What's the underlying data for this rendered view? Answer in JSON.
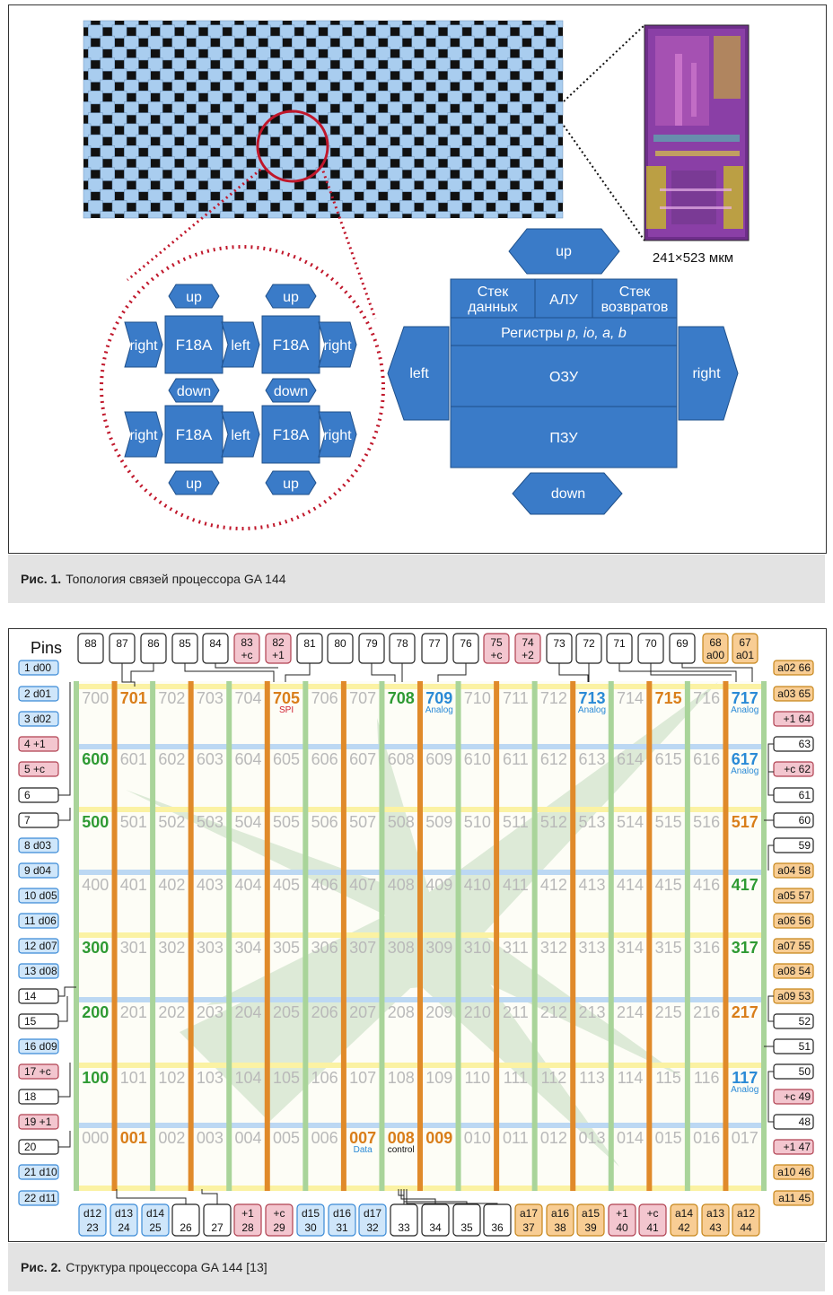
{
  "fig1": {
    "caption_label": "Рис. 1.",
    "caption_text": "Топология связей процессора GA 144",
    "die_size": "241×523 мкм",
    "cell_label": "F18A",
    "dir_up": "up",
    "dir_down": "down",
    "dir_left": "left",
    "dir_right": "right",
    "block": {
      "data_stack": [
        "Стек",
        "данных"
      ],
      "alu": "АЛУ",
      "return_stack": [
        "Стек",
        "возвратов"
      ],
      "registers_prefix": "Регистры ",
      "registers_vars": "p, io, a, b",
      "ram": "ОЗУ",
      "rom": "ПЗУ"
    },
    "colors": {
      "block": "#3a7bc8",
      "mesh": "#a9cdef",
      "circle": "#c0172b"
    }
  },
  "fig2": {
    "caption_label": "Рис. 2.",
    "caption_text": "Структура процессора GA 144 [13]",
    "pins_title": "Pins",
    "rows": [
      "7",
      "6",
      "5",
      "4",
      "3",
      "2",
      "1",
      "0"
    ],
    "highlight": {
      "700": "",
      "701": "orange",
      "705": "orange",
      "708": "green",
      "709": "blue",
      "713": "blue",
      "715": "orange",
      "717": "blue",
      "600": "green",
      "617": "blue",
      "500": "green",
      "517": "orange",
      "417": "green",
      "300": "green",
      "317": "green",
      "200": "green",
      "217": "orange",
      "100": "green",
      "117": "blue",
      "001": "orange",
      "007": "orange",
      "008": "orange",
      "009": "orange"
    },
    "sublabels": {
      "705": {
        "text": "SPI",
        "color": "red"
      },
      "709": {
        "text": "Analog",
        "color": "blue"
      },
      "713": {
        "text": "Analog",
        "color": "blue"
      },
      "717": {
        "text": "Analog",
        "color": "blue"
      },
      "617": {
        "text": "Analog",
        "color": "blue"
      },
      "117": {
        "text": "Analog",
        "color": "blue"
      },
      "007": {
        "text": "Data",
        "color": "blue"
      },
      "008": {
        "text": "control",
        "color": "black"
      }
    },
    "top_pins": [
      {
        "l1": "88",
        "c": "w"
      },
      {
        "l1": "87",
        "c": "w"
      },
      {
        "l1": "86",
        "c": "w"
      },
      {
        "l1": "85",
        "c": "w"
      },
      {
        "l1": "84",
        "c": "w"
      },
      {
        "l1": "83",
        "l2": "+c",
        "c": "p"
      },
      {
        "l1": "82",
        "l2": "+1",
        "c": "p"
      },
      {
        "l1": "81",
        "c": "w"
      },
      {
        "l1": "80",
        "c": "w"
      },
      {
        "l1": "79",
        "c": "w"
      },
      {
        "l1": "78",
        "c": "w"
      },
      {
        "l1": "77",
        "c": "w"
      },
      {
        "l1": "76",
        "c": "w"
      },
      {
        "l1": "75",
        "l2": "+c",
        "c": "p"
      },
      {
        "l1": "74",
        "l2": "+2",
        "c": "p"
      },
      {
        "l1": "73",
        "c": "w"
      },
      {
        "l1": "72",
        "c": "w"
      },
      {
        "l1": "71",
        "c": "w"
      },
      {
        "l1": "70",
        "c": "w"
      },
      {
        "l1": "69",
        "c": "w"
      },
      {
        "l1": "68",
        "l2": "a00",
        "c": "o"
      },
      {
        "l1": "67",
        "l2": "a01",
        "c": "o"
      }
    ],
    "bottom_pins": [
      {
        "l1": "d12",
        "l2": "23",
        "c": "b"
      },
      {
        "l1": "d13",
        "l2": "24",
        "c": "b"
      },
      {
        "l1": "d14",
        "l2": "25",
        "c": "b"
      },
      {
        "l1": "",
        "l2": "26",
        "c": "w"
      },
      {
        "l1": "",
        "l2": "27",
        "c": "w"
      },
      {
        "l1": "+1",
        "l2": "28",
        "c": "p"
      },
      {
        "l1": "+c",
        "l2": "29",
        "c": "p"
      },
      {
        "l1": "d15",
        "l2": "30",
        "c": "b"
      },
      {
        "l1": "d16",
        "l2": "31",
        "c": "b"
      },
      {
        "l1": "d17",
        "l2": "32",
        "c": "b"
      },
      {
        "l1": "",
        "l2": "33",
        "c": "w"
      },
      {
        "l1": "",
        "l2": "34",
        "c": "w"
      },
      {
        "l1": "",
        "l2": "35",
        "c": "w"
      },
      {
        "l1": "",
        "l2": "36",
        "c": "w"
      },
      {
        "l1": "a17",
        "l2": "37",
        "c": "o"
      },
      {
        "l1": "a16",
        "l2": "38",
        "c": "o"
      },
      {
        "l1": "a15",
        "l2": "39",
        "c": "o"
      },
      {
        "l1": "+1",
        "l2": "40",
        "c": "p"
      },
      {
        "l1": "+c",
        "l2": "41",
        "c": "p"
      },
      {
        "l1": "a14",
        "l2": "42",
        "c": "o"
      },
      {
        "l1": "a13",
        "l2": "43",
        "c": "o"
      },
      {
        "l1": "a12",
        "l2": "44",
        "c": "o"
      }
    ],
    "left_pins": [
      {
        "t": "1 d00",
        "c": "b"
      },
      {
        "t": "2 d01",
        "c": "b"
      },
      {
        "t": "3 d02",
        "c": "b"
      },
      {
        "t": "4   +1",
        "c": "p"
      },
      {
        "t": "5   +c",
        "c": "p"
      },
      {
        "t": "6",
        "c": "w"
      },
      {
        "t": "7",
        "c": "w"
      },
      {
        "t": "8 d03",
        "c": "b"
      },
      {
        "t": "9 d04",
        "c": "b"
      },
      {
        "t": "10 d05",
        "c": "b"
      },
      {
        "t": "11 d06",
        "c": "b"
      },
      {
        "t": "12 d07",
        "c": "b"
      },
      {
        "t": "13 d08",
        "c": "b"
      },
      {
        "t": "14",
        "c": "w"
      },
      {
        "t": "15",
        "c": "w"
      },
      {
        "t": "16 d09",
        "c": "b"
      },
      {
        "t": "17   +c",
        "c": "p"
      },
      {
        "t": "18",
        "c": "w"
      },
      {
        "t": "19   +1",
        "c": "p"
      },
      {
        "t": "20",
        "c": "w"
      },
      {
        "t": "21 d10",
        "c": "b"
      },
      {
        "t": "22 d11",
        "c": "b"
      }
    ],
    "right_pins": [
      {
        "t": "a02 66",
        "c": "o"
      },
      {
        "t": "a03 65",
        "c": "o"
      },
      {
        "t": "+1   64",
        "c": "p"
      },
      {
        "t": "63",
        "c": "w"
      },
      {
        "t": "+c   62",
        "c": "p"
      },
      {
        "t": "61",
        "c": "w"
      },
      {
        "t": "60",
        "c": "w"
      },
      {
        "t": "59",
        "c": "w"
      },
      {
        "t": "a04 58",
        "c": "o"
      },
      {
        "t": "a05 57",
        "c": "o"
      },
      {
        "t": "a06 56",
        "c": "o"
      },
      {
        "t": "a07 55",
        "c": "o"
      },
      {
        "t": "a08 54",
        "c": "o"
      },
      {
        "t": "a09 53",
        "c": "o"
      },
      {
        "t": "52",
        "c": "w"
      },
      {
        "t": "51",
        "c": "w"
      },
      {
        "t": "50",
        "c": "w"
      },
      {
        "t": "+c   49",
        "c": "p"
      },
      {
        "t": "48",
        "c": "w"
      },
      {
        "t": "+1   47",
        "c": "p"
      },
      {
        "t": "a10 46",
        "c": "o"
      },
      {
        "t": "a11 45",
        "c": "o"
      }
    ]
  }
}
